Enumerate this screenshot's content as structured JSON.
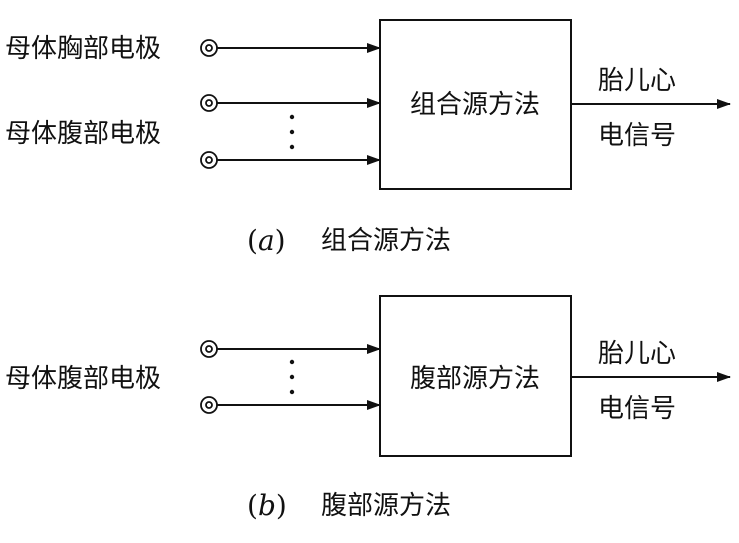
{
  "diagram_a": {
    "input_labels": [
      "母体胸部电极",
      "母体腹部电极"
    ],
    "block_label": "组合源方法",
    "output_label_line1": "胎儿心",
    "output_label_line2": "电信号",
    "caption_letter": "a",
    "caption_text": "组合源方法"
  },
  "diagram_b": {
    "input_label": "母体腹部电极",
    "block_label": "腹部源方法",
    "output_label_line1": "胎儿心",
    "output_label_line2": "电信号",
    "caption_letter": "b",
    "caption_text": "腹部源方法"
  },
  "ellipsis": "⋮",
  "colors": {
    "ink": "#111111",
    "background": "#ffffff"
  }
}
